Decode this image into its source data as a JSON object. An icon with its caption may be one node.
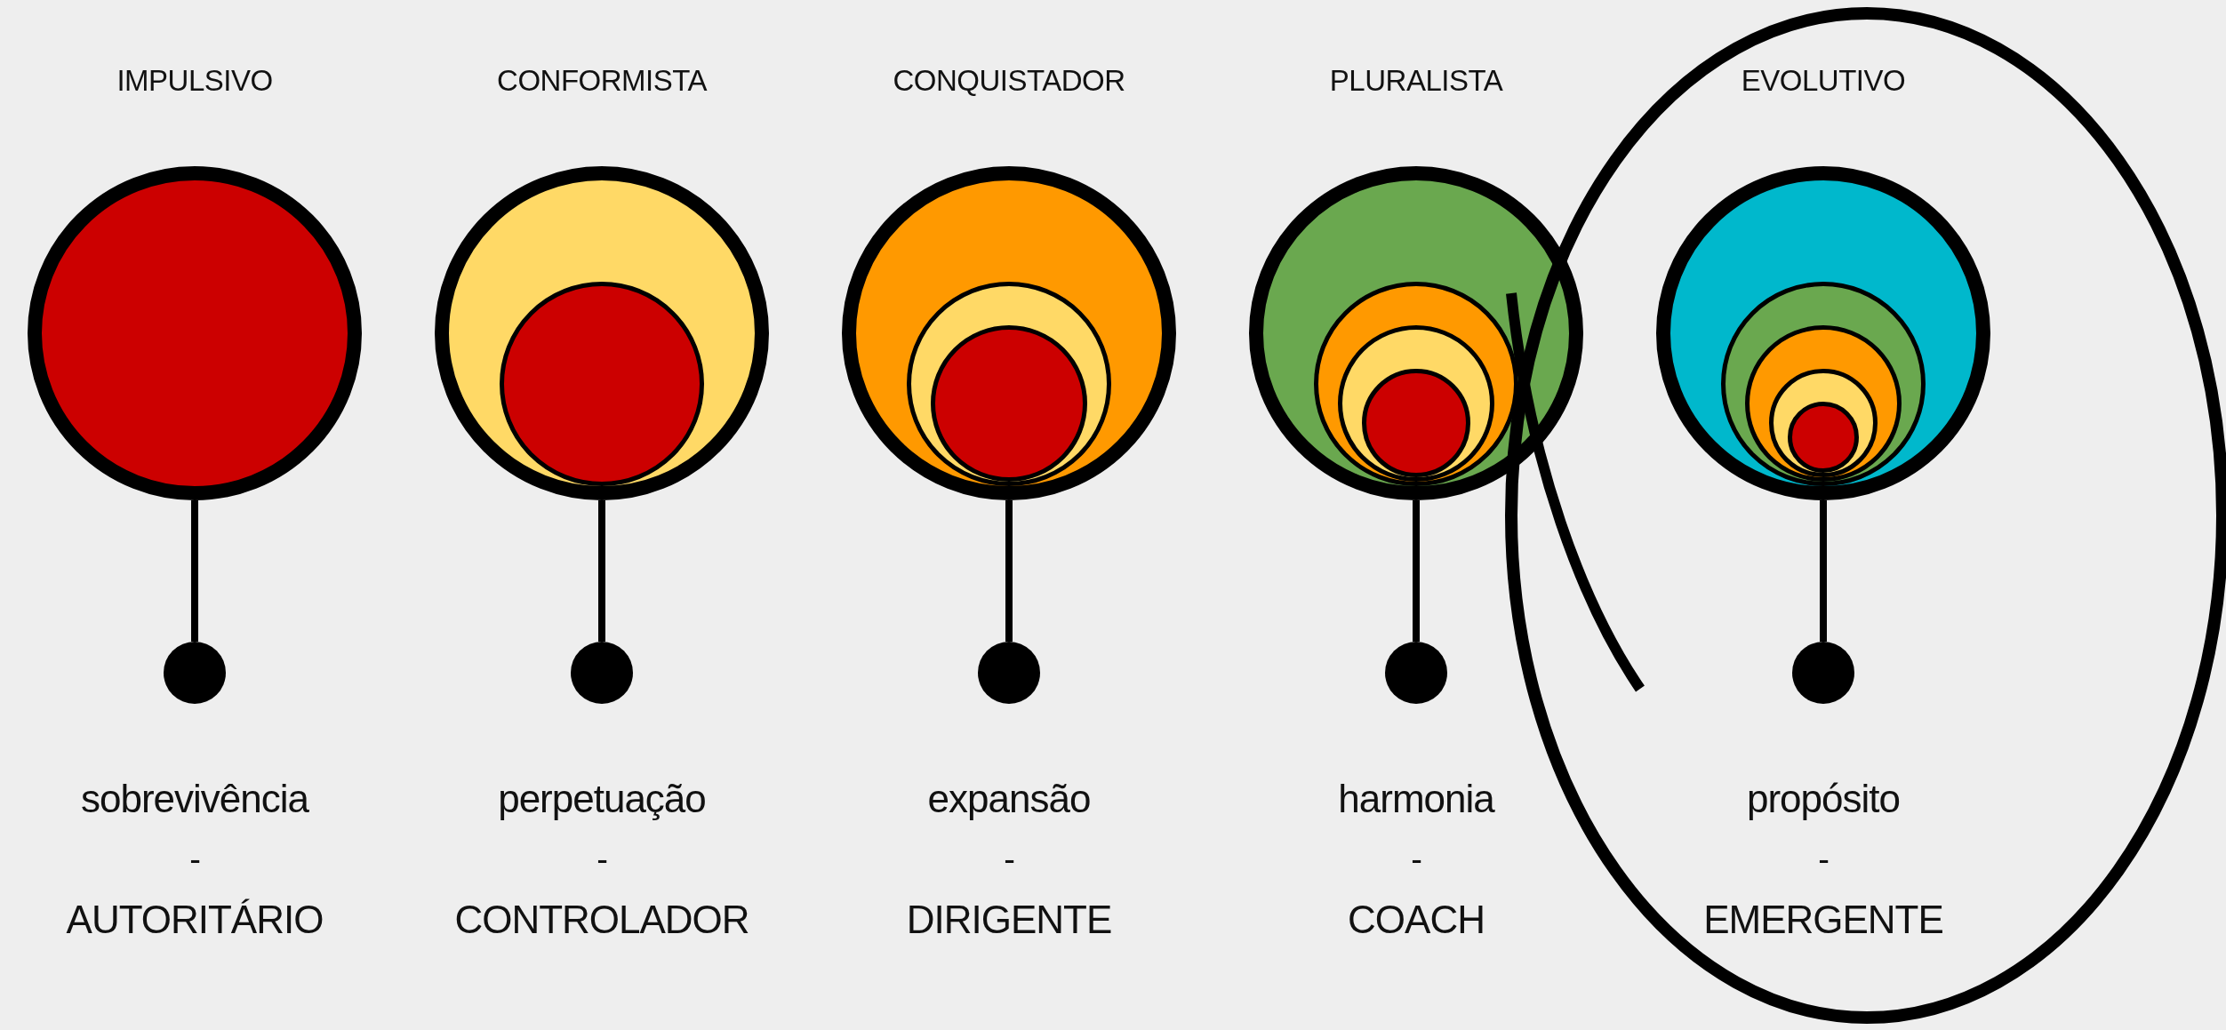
{
  "diagram": {
    "nodes": [
      {
        "text": [
          "IMPULSIVO"
        ]
      },
      {
        "text": [],
        "shape": "circle",
        "beside": [
          "sobrevivência",
          "-",
          "AUTORITÁRIO"
        ]
      },
      {
        "text": [
          "CONFORMISTA"
        ]
      },
      {
        "text": [],
        "shape": "circle",
        "in": 2
      },
      {
        "text": [],
        "shape": "circle",
        "beside": [
          "perpetuação",
          "-",
          "CONTROLADOR"
        ]
      },
      {
        "text": [
          "CONQUISTADOR"
        ]
      },
      {
        "text": [],
        "shape": "circle",
        "in": 5
      },
      {
        "text": [],
        "shape": "circle",
        "in": 6
      },
      {
        "text": [],
        "shape": "circle",
        "beside": [
          "expansão",
          "-",
          "DIRIGENTE"
        ]
      },
      {
        "text": [
          "PLURALISTA"
        ]
      },
      {
        "text": [],
        "shape": "circle",
        "in": 9
      },
      {
        "text": [],
        "shape": "circle",
        "in": 10
      },
      {
        "text": [],
        "shape": "circle",
        "in": 11
      },
      {
        "text": [],
        "shape": "circle",
        "beside": [
          "harmonia",
          "-",
          "COACH"
        ]
      },
      {
        "text": [
          "EVOLUTIVO"
        ]
      },
      {
        "text": [],
        "shape": "circle",
        "in": 14
      },
      {
        "text": [],
        "shape": "circle",
        "in": 15
      },
      {
        "text": [],
        "shape": "circle",
        "in": 16
      },
      {
        "text": [],
        "shape": "circle",
        "in": 17
      },
      {
        "text": [],
        "shape": "circle",
        "beside": [
          "propósito",
          "-",
          "EMERGENTE"
        ]
      }
    ],
    "edges": [
      {
        "from": 0,
        "to": 1,
        "arrow": "none"
      },
      {
        "from": 2,
        "to": 4,
        "arrow": "none"
      },
      {
        "from": 5,
        "to": 8,
        "arrow": "none"
      },
      {
        "from": 9,
        "to": 13,
        "arrow": "none"
      },
      {
        "from": 14,
        "to": 19,
        "arrow": "none"
      }
    ]
  }
}
